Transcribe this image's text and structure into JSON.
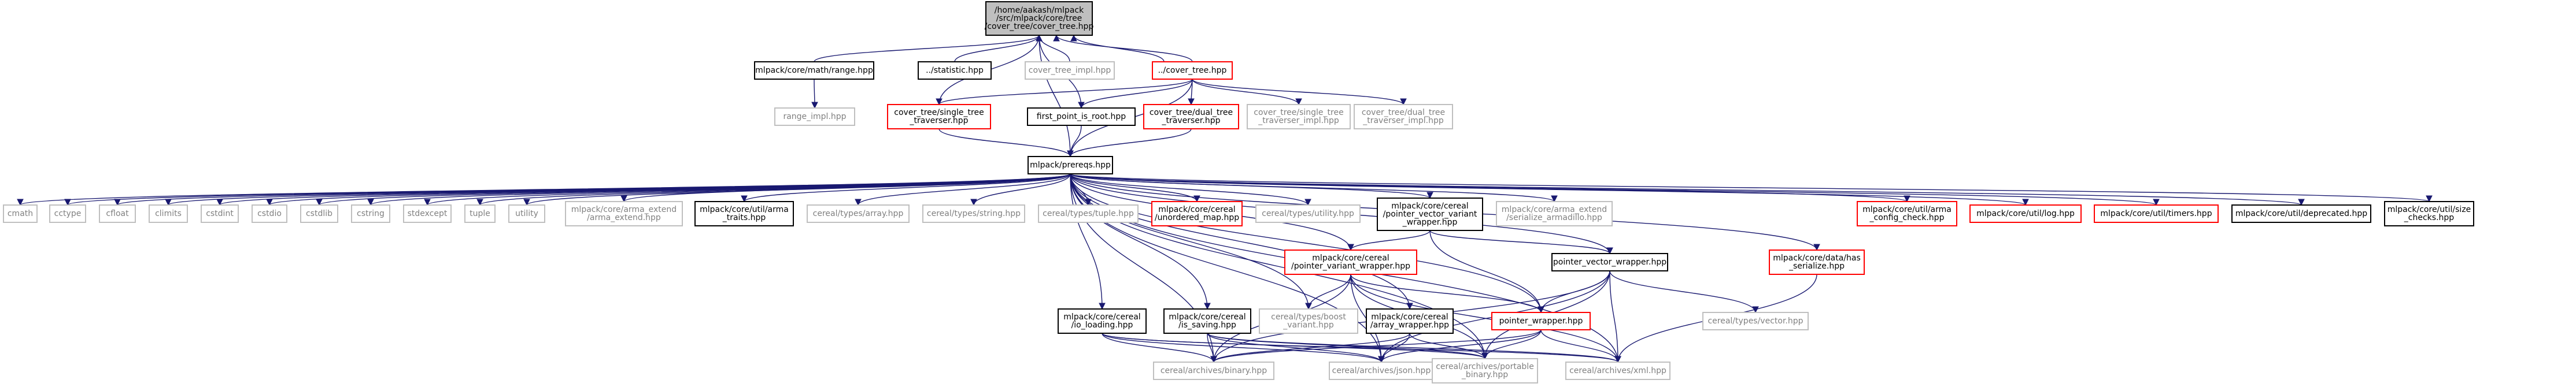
{
  "colors": {
    "edge": "#191970",
    "root_fill": "#bfbfbf",
    "normal_stroke": "#000000",
    "missing_stroke": "#bfbfbf",
    "missing_text": "#808080",
    "red_stroke": "#ff0000",
    "text": "#000000"
  },
  "nodes": [
    {
      "id": "root",
      "kind": "root",
      "lines": [
        "/home/aakash/mlpack",
        "/src/mlpack/core/tree",
        "/cover_tree/cover_tree.hpp"
      ]
    },
    {
      "id": "range",
      "kind": "normal",
      "lines": [
        "mlpack/core/math/range.hpp"
      ]
    },
    {
      "id": "statistic",
      "kind": "normal",
      "lines": [
        "../statistic.hpp"
      ]
    },
    {
      "id": "ct_impl",
      "kind": "missing",
      "lines": [
        "cover_tree_impl.hpp"
      ]
    },
    {
      "id": "covertree",
      "kind": "red",
      "lines": [
        "../cover_tree.hpp"
      ]
    },
    {
      "id": "range_impl",
      "kind": "missing",
      "lines": [
        "range_impl.hpp"
      ]
    },
    {
      "id": "single_trav",
      "kind": "red",
      "lines": [
        "cover_tree/single_tree",
        "_traverser.hpp"
      ]
    },
    {
      "id": "first_pt",
      "kind": "normal",
      "lines": [
        "first_point_is_root.hpp"
      ]
    },
    {
      "id": "dual_trav",
      "kind": "red",
      "lines": [
        "cover_tree/dual_tree",
        "_traverser.hpp"
      ]
    },
    {
      "id": "single_impl",
      "kind": "missing",
      "lines": [
        "cover_tree/single_tree",
        "_traverser_impl.hpp"
      ]
    },
    {
      "id": "dual_impl",
      "kind": "missing",
      "lines": [
        "cover_tree/dual_tree",
        "_traverser_impl.hpp"
      ]
    },
    {
      "id": "prereqs",
      "kind": "normal",
      "lines": [
        "mlpack/prereqs.hpp"
      ]
    },
    {
      "id": "cmath",
      "kind": "missing",
      "lines": [
        "cmath"
      ]
    },
    {
      "id": "cctype",
      "kind": "missing",
      "lines": [
        "cctype"
      ]
    },
    {
      "id": "cfloat",
      "kind": "missing",
      "lines": [
        "cfloat"
      ]
    },
    {
      "id": "climits",
      "kind": "missing",
      "lines": [
        "climits"
      ]
    },
    {
      "id": "cstdint",
      "kind": "missing",
      "lines": [
        "cstdint"
      ]
    },
    {
      "id": "cstdio",
      "kind": "missing",
      "lines": [
        "cstdio"
      ]
    },
    {
      "id": "cstdlib",
      "kind": "missing",
      "lines": [
        "cstdlib"
      ]
    },
    {
      "id": "cstring",
      "kind": "missing",
      "lines": [
        "cstring"
      ]
    },
    {
      "id": "stdexcept",
      "kind": "missing",
      "lines": [
        "stdexcept"
      ]
    },
    {
      "id": "tuple",
      "kind": "missing",
      "lines": [
        "tuple"
      ]
    },
    {
      "id": "utility",
      "kind": "missing",
      "lines": [
        "utility"
      ]
    },
    {
      "id": "arma_extend",
      "kind": "missing",
      "lines": [
        "mlpack/core/arma_extend",
        "/arma_extend.hpp"
      ]
    },
    {
      "id": "arma_traits",
      "kind": "normal",
      "lines": [
        "mlpack/core/util/arma",
        "_traits.hpp"
      ]
    },
    {
      "id": "c_array",
      "kind": "missing",
      "lines": [
        "cereal/types/array.hpp"
      ]
    },
    {
      "id": "c_string",
      "kind": "missing",
      "lines": [
        "cereal/types/string.hpp"
      ]
    },
    {
      "id": "c_tuple",
      "kind": "missing",
      "lines": [
        "cereal/types/tuple.hpp"
      ]
    },
    {
      "id": "unordered",
      "kind": "red",
      "lines": [
        "mlpack/core/cereal",
        "/unordered_map.hpp"
      ]
    },
    {
      "id": "c_utility",
      "kind": "missing",
      "lines": [
        "cereal/types/utility.hpp"
      ]
    },
    {
      "id": "pvvw",
      "kind": "normal",
      "lines": [
        "mlpack/core/cereal",
        "/pointer_vector_variant",
        "_wrapper.hpp"
      ]
    },
    {
      "id": "ser_arma",
      "kind": "missing",
      "lines": [
        "mlpack/core/arma_extend",
        "/serialize_armadillo.hpp"
      ]
    },
    {
      "id": "arma_check",
      "kind": "red",
      "lines": [
        "mlpack/core/util/arma",
        "_config_check.hpp"
      ]
    },
    {
      "id": "log",
      "kind": "red",
      "lines": [
        "mlpack/core/util/log.hpp"
      ]
    },
    {
      "id": "timers",
      "kind": "red",
      "lines": [
        "mlpack/core/util/timers.hpp"
      ]
    },
    {
      "id": "deprecated",
      "kind": "normal",
      "lines": [
        "mlpack/core/util/deprecated.hpp"
      ]
    },
    {
      "id": "size_checks",
      "kind": "normal",
      "lines": [
        "mlpack/core/util/size",
        "_checks.hpp"
      ]
    },
    {
      "id": "pvw",
      "kind": "red",
      "lines": [
        "mlpack/core/cereal",
        "/pointer_variant_wrapper.hpp"
      ]
    },
    {
      "id": "pvec",
      "kind": "normal",
      "lines": [
        "pointer_vector_wrapper.hpp"
      ]
    },
    {
      "id": "has_ser",
      "kind": "red",
      "lines": [
        "mlpack/core/data/has",
        "_serialize.hpp"
      ]
    },
    {
      "id": "io_loading",
      "kind": "normal",
      "lines": [
        "mlpack/core/cereal",
        "/io_loading.hpp"
      ]
    },
    {
      "id": "is_saving",
      "kind": "normal",
      "lines": [
        "mlpack/core/cereal",
        "/is_saving.hpp"
      ]
    },
    {
      "id": "boost_variant",
      "kind": "missing",
      "lines": [
        "cereal/types/boost",
        "_variant.hpp"
      ]
    },
    {
      "id": "array_wrapper",
      "kind": "normal",
      "lines": [
        "mlpack/core/cereal",
        "/array_wrapper.hpp"
      ]
    },
    {
      "id": "pointer_wrapper",
      "kind": "red",
      "lines": [
        "pointer_wrapper.hpp"
      ]
    },
    {
      "id": "c_vector",
      "kind": "missing",
      "lines": [
        "cereal/types/vector.hpp"
      ]
    },
    {
      "id": "binary",
      "kind": "missing",
      "lines": [
        "cereal/archives/binary.hpp"
      ]
    },
    {
      "id": "json",
      "kind": "missing",
      "lines": [
        "cereal/archives/json.hpp"
      ]
    },
    {
      "id": "portable",
      "kind": "missing",
      "lines": [
        "cereal/archives/portable",
        "_binary.hpp"
      ]
    },
    {
      "id": "xml",
      "kind": "missing",
      "lines": [
        "cereal/archives/xml.hpp"
      ]
    }
  ]
}
